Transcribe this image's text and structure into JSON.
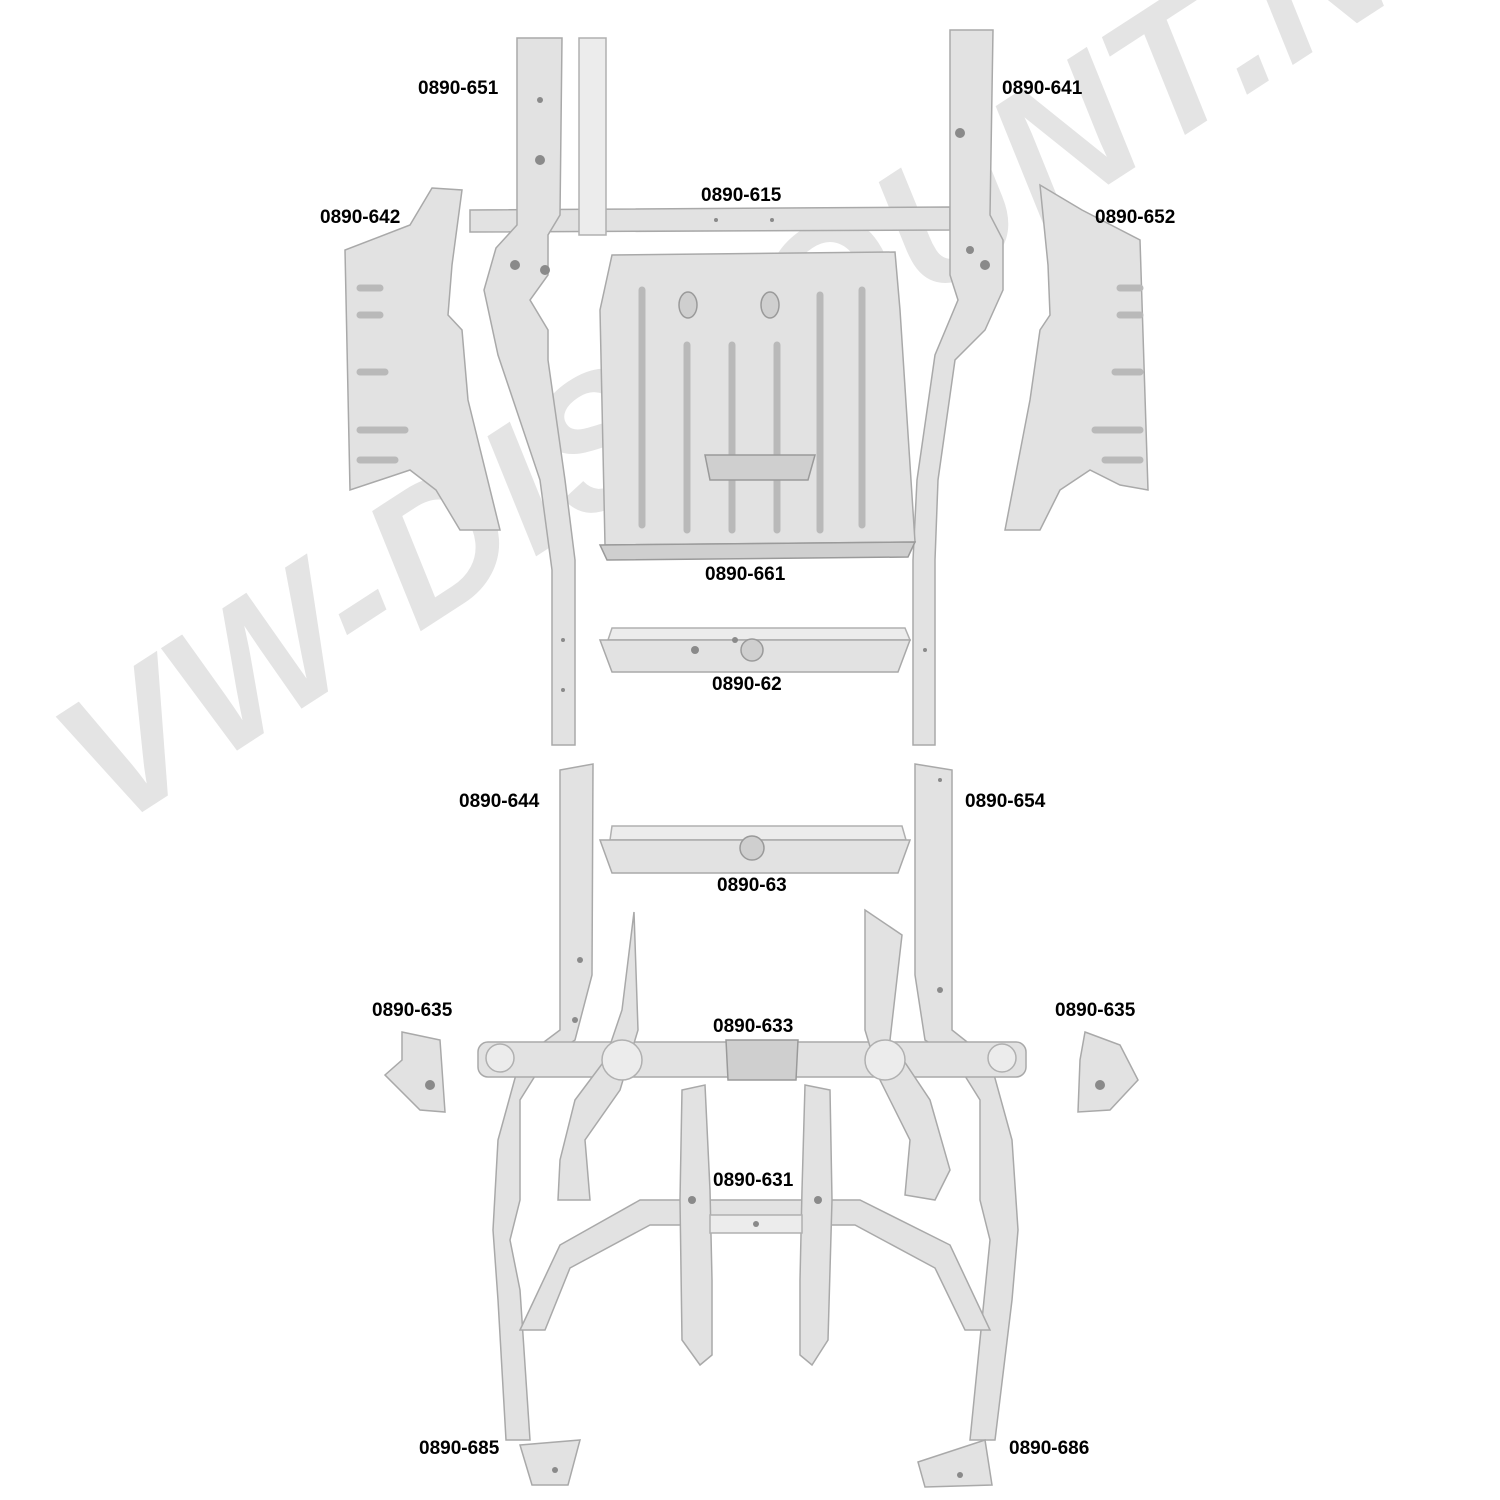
{
  "watermark": "VW-DISCOUNT.NET",
  "colors": {
    "metal": "#e2e2e2",
    "outline": "#a9a9a9",
    "watermark": "#e4e4e4",
    "label": "#000000"
  },
  "labels": {
    "p651": "0890-651",
    "p641": "0890-641",
    "p615": "0890-615",
    "p642": "0890-642",
    "p652": "0890-652",
    "p661": "0890-661",
    "p62": "0890-62",
    "p644": "0890-644",
    "p654": "0890-654",
    "p63": "0890-63",
    "p635_left": "0890-635",
    "p635_right": "0890-635",
    "p633": "0890-633",
    "p631": "0890-631",
    "p685": "0890-685",
    "p686": "0890-686"
  }
}
